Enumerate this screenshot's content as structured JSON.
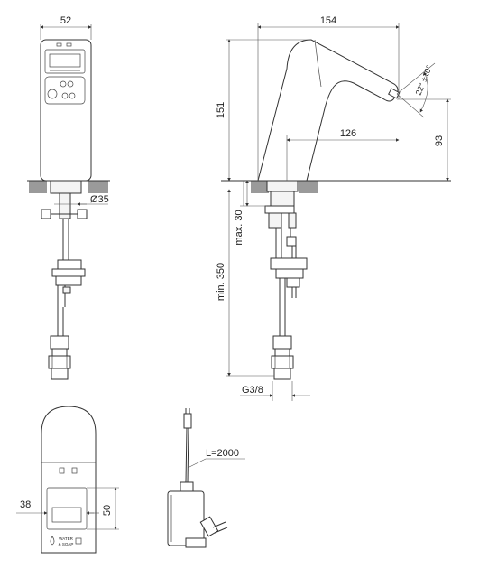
{
  "dimensions": {
    "front_width": "52",
    "pipe_diameter": "Ø35",
    "spout_length": "154",
    "height": "151",
    "spout_reach": "126",
    "spout_height": "93",
    "angle": "22° ±10°",
    "max_thickness": "max. 30",
    "min_length": "min. 350",
    "thread": "G3/8",
    "cable_length": "L=2000",
    "sensor_width": "38",
    "sensor_height": "50"
  },
  "labels": {
    "water_soap_line1": "WATER",
    "water_soap_line2": "& SOAP"
  }
}
